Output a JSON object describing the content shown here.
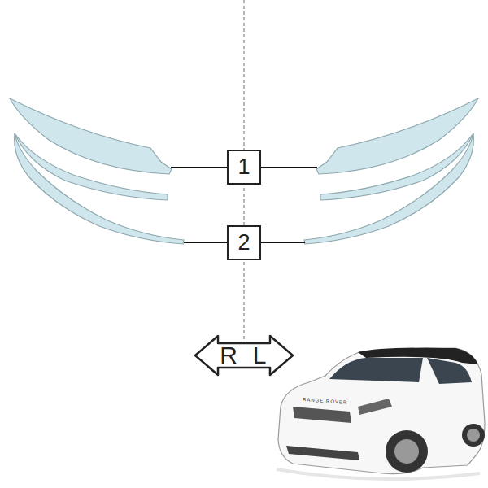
{
  "diagram": {
    "nodes": [
      {
        "text": [
          "1"
        ]
      },
      {
        "text": [
          "2"
        ]
      },
      {
        "text": [
          "R",
          "L"
        ]
      }
    ],
    "labels": [
      "RANGE ROVER"
    ]
  }
}
